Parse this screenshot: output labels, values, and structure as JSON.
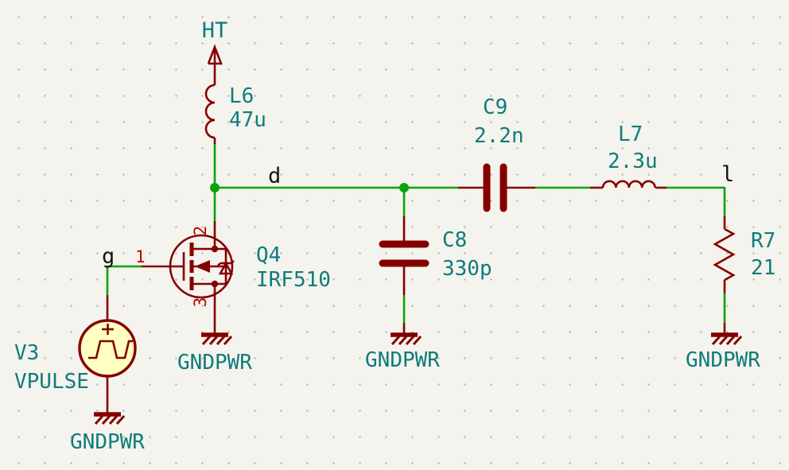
{
  "colors": {
    "background": "#F5F3ED",
    "grid_dot": "#B9B6AE",
    "wire_green": "#0AA30A",
    "symbol_maroon": "#840000",
    "pin_number_red": "#C00000",
    "field_teal": "#0E7C7C",
    "net_label_black": "#141414",
    "source_body_fill": "#FFFFC2"
  },
  "power": {
    "net": "HT"
  },
  "net_labels": {
    "drain": "d",
    "gate": "g",
    "load": "l"
  },
  "components": {
    "l6": {
      "ref": "L6",
      "value": "47u"
    },
    "c9": {
      "ref": "C9",
      "value": "2.2n"
    },
    "l7": {
      "ref": "L7",
      "value": "2.3u"
    },
    "c8": {
      "ref": "C8",
      "value": "330p"
    },
    "r7": {
      "ref": "R7",
      "value": "21"
    },
    "q4": {
      "ref": "Q4",
      "value": "IRF510",
      "pin_gate": "1",
      "pin_drain": "2",
      "pin_source": "3"
    },
    "v3": {
      "ref": "V3",
      "value": "VPULSE"
    }
  },
  "ground": {
    "label": "GNDPWR"
  }
}
